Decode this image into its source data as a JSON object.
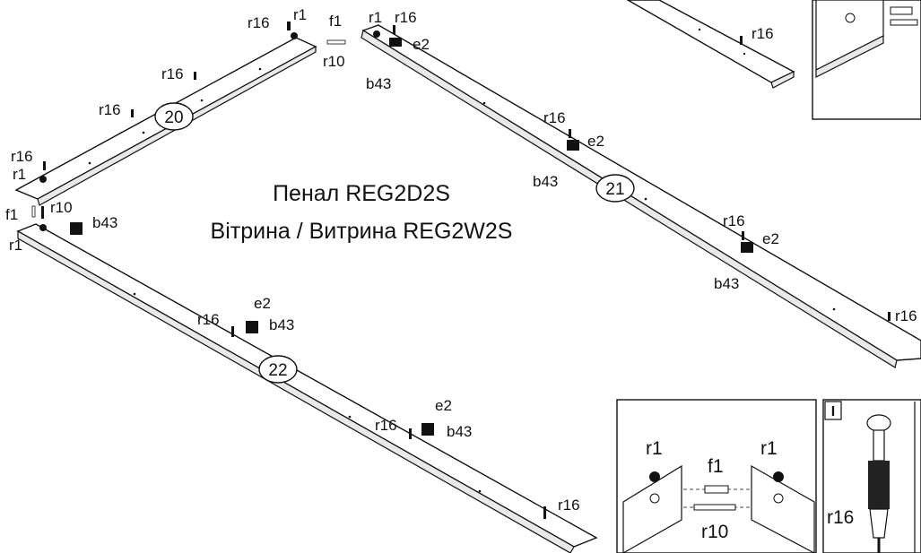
{
  "titles": {
    "line1": "Пенал REG2D2S",
    "line2": "Вітрина / Витрина REG2W2S"
  },
  "parts": {
    "p20": "20",
    "p21": "21",
    "p22": "22"
  },
  "labels": {
    "r16": "r16",
    "r1": "r1",
    "f1": "f1",
    "r10": "r10",
    "e2": "e2",
    "b43": "b43"
  },
  "detail": {
    "roman": "I"
  }
}
